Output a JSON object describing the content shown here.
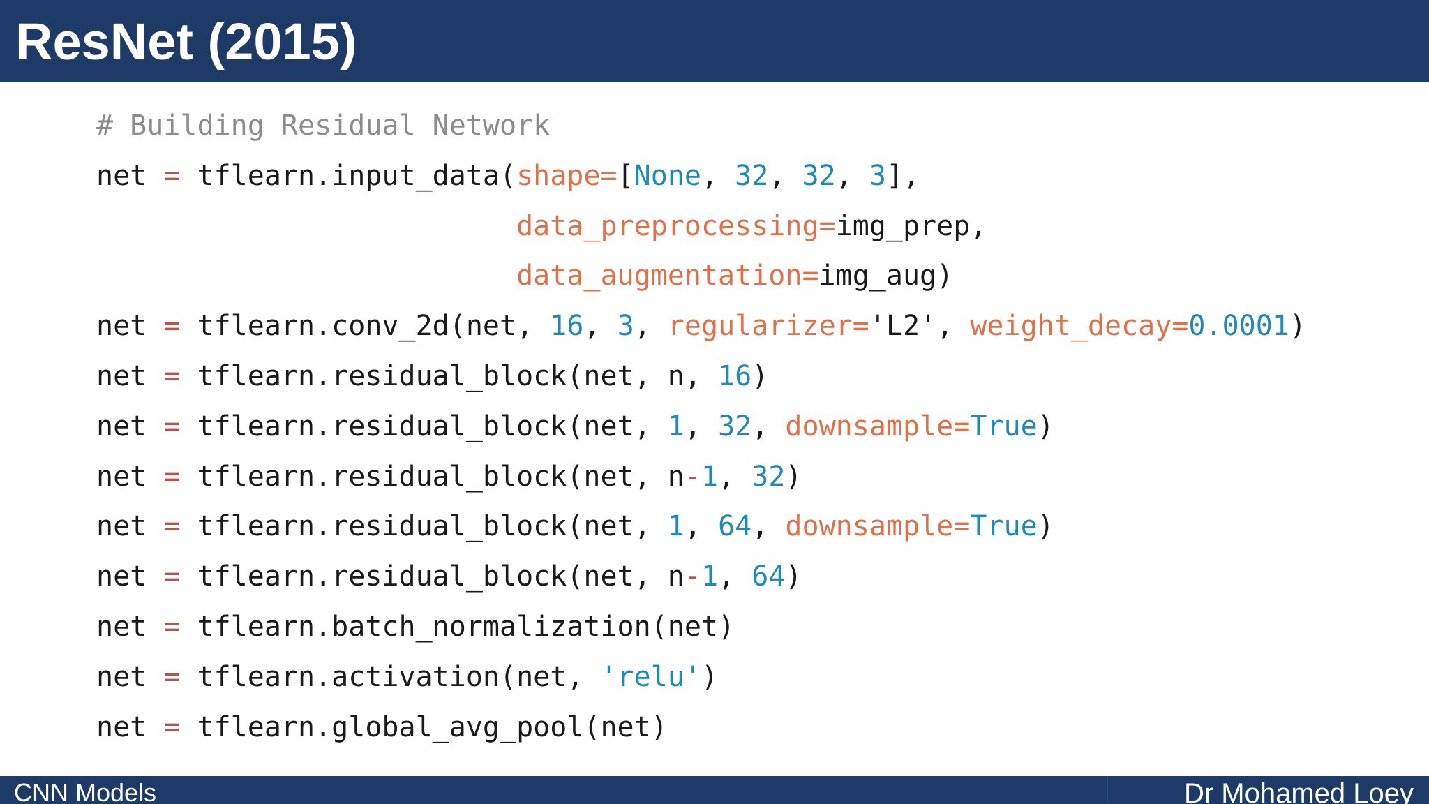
{
  "slide": {
    "title": "ResNet (2015)",
    "footer_left": "CNN Models",
    "footer_right": "Dr Mohamed Loey"
  },
  "code": {
    "lines": [
      [
        {
          "t": "# Building Residual Network",
          "k": "c"
        }
      ],
      [
        {
          "t": "net ",
          "k": ""
        },
        {
          "t": "=",
          "k": "o"
        },
        {
          "t": " tflearn.input_data(",
          "k": ""
        },
        {
          "t": "shape=",
          "k": "p"
        },
        {
          "t": "[",
          "k": ""
        },
        {
          "t": "None",
          "k": "n"
        },
        {
          "t": ", ",
          "k": ""
        },
        {
          "t": "32",
          "k": "n"
        },
        {
          "t": ", ",
          "k": ""
        },
        {
          "t": "32",
          "k": "n"
        },
        {
          "t": ", ",
          "k": ""
        },
        {
          "t": "3",
          "k": "n"
        },
        {
          "t": "],",
          "k": ""
        }
      ],
      [
        {
          "t": "                         ",
          "k": ""
        },
        {
          "t": "data_preprocessing=",
          "k": "p"
        },
        {
          "t": "img_prep,",
          "k": ""
        }
      ],
      [
        {
          "t": "                         ",
          "k": ""
        },
        {
          "t": "data_augmentation=",
          "k": "p"
        },
        {
          "t": "img_aug)",
          "k": ""
        }
      ],
      [
        {
          "t": "net ",
          "k": ""
        },
        {
          "t": "=",
          "k": "o"
        },
        {
          "t": " tflearn.conv_2d(net, ",
          "k": ""
        },
        {
          "t": "16",
          "k": "n"
        },
        {
          "t": ", ",
          "k": ""
        },
        {
          "t": "3",
          "k": "n"
        },
        {
          "t": ", ",
          "k": ""
        },
        {
          "t": "regularizer=",
          "k": "p"
        },
        {
          "t": "'L2'",
          "k": ""
        },
        {
          "t": ", ",
          "k": ""
        },
        {
          "t": "weight_decay=",
          "k": "p"
        },
        {
          "t": "0.0001",
          "k": "n"
        },
        {
          "t": ")",
          "k": ""
        }
      ],
      [
        {
          "t": "net ",
          "k": ""
        },
        {
          "t": "=",
          "k": "o"
        },
        {
          "t": " tflearn.residual_block(net, n, ",
          "k": ""
        },
        {
          "t": "16",
          "k": "n"
        },
        {
          "t": ")",
          "k": ""
        }
      ],
      [
        {
          "t": "net ",
          "k": ""
        },
        {
          "t": "=",
          "k": "o"
        },
        {
          "t": " tflearn.residual_block(net, ",
          "k": ""
        },
        {
          "t": "1",
          "k": "n"
        },
        {
          "t": ", ",
          "k": ""
        },
        {
          "t": "32",
          "k": "n"
        },
        {
          "t": ", ",
          "k": ""
        },
        {
          "t": "downsample=",
          "k": "p"
        },
        {
          "t": "True",
          "k": "n"
        },
        {
          "t": ")",
          "k": ""
        }
      ],
      [
        {
          "t": "net ",
          "k": ""
        },
        {
          "t": "=",
          "k": "o"
        },
        {
          "t": " tflearn.residual_block(net, n",
          "k": ""
        },
        {
          "t": "-",
          "k": "o"
        },
        {
          "t": "1",
          "k": "n"
        },
        {
          "t": ", ",
          "k": ""
        },
        {
          "t": "32",
          "k": "n"
        },
        {
          "t": ")",
          "k": ""
        }
      ],
      [
        {
          "t": "net ",
          "k": ""
        },
        {
          "t": "=",
          "k": "o"
        },
        {
          "t": " tflearn.residual_block(net, ",
          "k": ""
        },
        {
          "t": "1",
          "k": "n"
        },
        {
          "t": ", ",
          "k": ""
        },
        {
          "t": "64",
          "k": "n"
        },
        {
          "t": ", ",
          "k": ""
        },
        {
          "t": "downsample=",
          "k": "p"
        },
        {
          "t": "True",
          "k": "n"
        },
        {
          "t": ")",
          "k": ""
        }
      ],
      [
        {
          "t": "net ",
          "k": ""
        },
        {
          "t": "=",
          "k": "o"
        },
        {
          "t": " tflearn.residual_block(net, n",
          "k": ""
        },
        {
          "t": "-",
          "k": "o"
        },
        {
          "t": "1",
          "k": "n"
        },
        {
          "t": ", ",
          "k": ""
        },
        {
          "t": "64",
          "k": "n"
        },
        {
          "t": ")",
          "k": ""
        }
      ],
      [
        {
          "t": "net ",
          "k": ""
        },
        {
          "t": "=",
          "k": "o"
        },
        {
          "t": " tflearn.batch_normalization(net)",
          "k": ""
        }
      ],
      [
        {
          "t": "net ",
          "k": ""
        },
        {
          "t": "=",
          "k": "o"
        },
        {
          "t": " tflearn.activation(net, ",
          "k": ""
        },
        {
          "t": "'relu'",
          "k": "n"
        },
        {
          "t": ")",
          "k": ""
        }
      ],
      [
        {
          "t": "net ",
          "k": ""
        },
        {
          "t": "=",
          "k": "o"
        },
        {
          "t": " tflearn.global_avg_pool(net)",
          "k": ""
        }
      ]
    ]
  },
  "colors": {
    "header_bg": "#1e3a66",
    "comment": "#8c8c8c",
    "operator": "#c0504d",
    "param_name": "#e0704a",
    "literal": "#1f8ab8"
  }
}
